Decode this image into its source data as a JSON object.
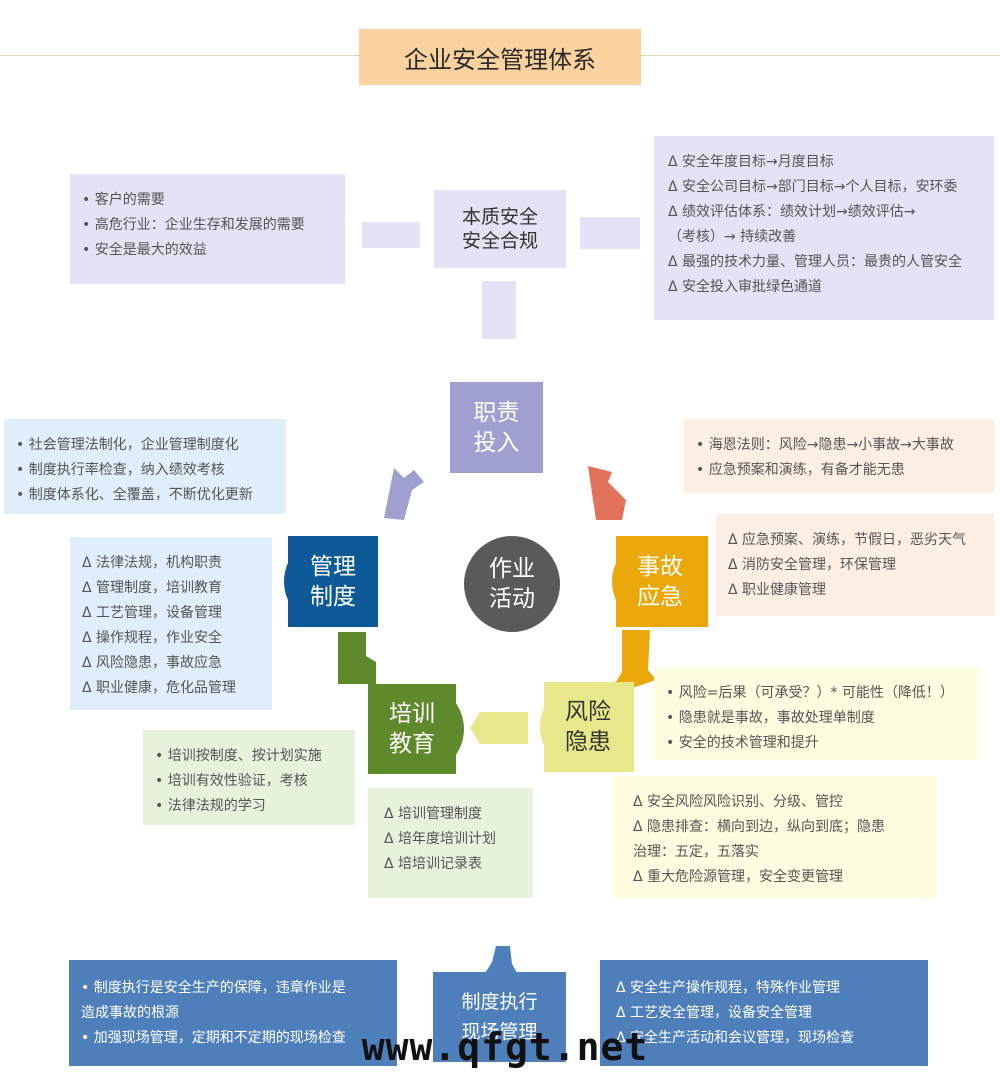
{
  "title": "企业安全管理体系",
  "top_node": [
    "本质安全",
    "安全合规"
  ],
  "left_top_box": [
    "• 客户的需要",
    "• 高危行业：企业生存和发展的需要",
    "• 安全是最大的效益"
  ],
  "right_top_box": [
    "Δ  安全年度目标→月度目标",
    "Δ  安全公司目标→部门目标→个人目标，安环委",
    "Δ  绩效评估体系：绩效计划→绩效评估→",
    "     （考核）→ 持续改善",
    "Δ  最强的技术力量、管理人员：最贵的人管安全",
    "Δ  安全投入审批绿色通道"
  ],
  "center_node": [
    "作业",
    "活动"
  ],
  "zhize": [
    "职责",
    "投入"
  ],
  "guanli": [
    "管理",
    "制度"
  ],
  "shigu": [
    "事故",
    "应急"
  ],
  "peixun": [
    "培训",
    "教育"
  ],
  "fengxian": [
    "风险",
    "隐患"
  ],
  "guanli_blue_box": [
    "• 社会管理法制化，企业管理制度化",
    "• 制度执行率检查，纳入绩效考核",
    "• 制度体系化、全覆盖，不断优化更新"
  ],
  "guanli_list_box": [
    "Δ  法律法规，机构职责",
    "Δ  管理制度，培训教育",
    "Δ  工艺管理，设备管理",
    "Δ  操作规程，作业安全",
    "Δ  风险隐患，事故应急",
    "Δ  职业健康，危化品管理"
  ],
  "shigu_peach_box1": [
    "• 海恩法则：风险→隐患→小事故→大事故",
    "• 应急预案和演练，有备才能无患"
  ],
  "shigu_peach_box2": [
    "Δ  应急预案、演练，节假日，恶劣天气",
    "Δ  消防安全管理，环保管理",
    "Δ  职业健康管理"
  ],
  "fengxian_yellow_box1": [
    "• 风险=后果（可承受？）* 可能性（降低！）",
    "• 隐患就是事故，事故处理单制度",
    "• 安全的技术管理和提升"
  ],
  "fengxian_yellow_box2": [
    "Δ  安全风险风险识别、分级、管控",
    "Δ  隐患排查：横向到边，纵向到底；隐患",
    "     治理：五定，五落实",
    "Δ  重大危险源管理，安全变更管理"
  ],
  "peixun_green_box1": [
    "• 培训按制度、按计划实施",
    "• 培训有效性验证，考核",
    "• 法律法规的学习"
  ],
  "peixun_green_box2": [
    "Δ  培训管理制度",
    "Δ  培年度培训计划",
    "Δ  培培训记录表"
  ],
  "bottom_node": [
    "制度执行",
    "现场管理"
  ],
  "bottom_left_box": [
    "• 制度执行是安全生产的保障，违章作业是",
    "   造成事故的根源",
    "• 加强现场管理，定期和不定期的现场检查"
  ],
  "bottom_right_box": [
    "Δ  安全生产操作规程，特殊作业管理",
    "Δ  工艺安全管理，设备安全管理",
    "Δ  安全生产活动和会议管理，现场检查"
  ],
  "watermark": "www.qfgt.net",
  "colors": {
    "title_bg": "#fbd29e",
    "zhize": "#9f9fd0",
    "guanli": "#0e5a97",
    "shigu": "#eba80b",
    "peixun": "#5f8a2c",
    "fengxian": "#e8e88a",
    "center": "#5a5a5a",
    "arrow_red": "#e2725b",
    "bottom_blue": "#4e7fbb"
  }
}
